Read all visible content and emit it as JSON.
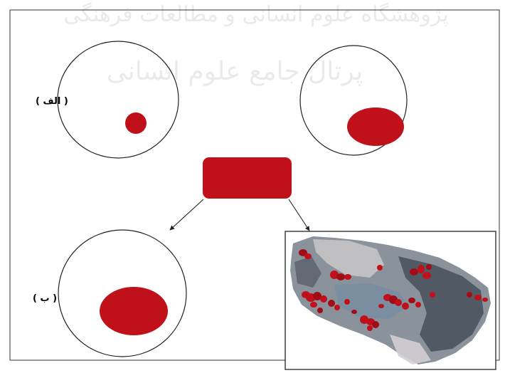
{
  "labels": {
    "alef": "( الف )",
    "be": "( ب )"
  },
  "watermark": {
    "line1": "پژوهشگاه علوم انسانی و مطالعات فرهنگی",
    "line2": "پرتال جامع علوم انسانی"
  },
  "colors": {
    "blob": "#c0111a",
    "blob_dark": "#a20d15",
    "outline": "#222222",
    "rock_light": "#b9b6b8",
    "rock_mid": "#7e8a97",
    "rock_dark": "#3e4653"
  }
}
